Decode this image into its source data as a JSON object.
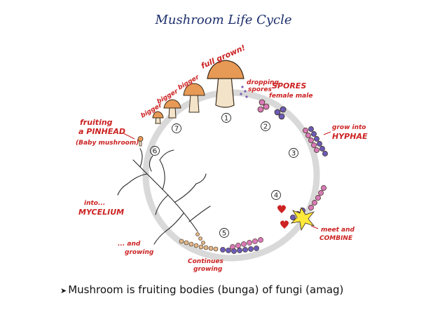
{
  "title": "Mushroom Life Cycle",
  "labels": {
    "full_grown": "full grown!",
    "dropping_spores_1": "dropping",
    "dropping_spores_2": "spores",
    "spores": "SPORES",
    "female_male": "female  male",
    "grow_into": "grow into",
    "hyphae": "HYPHAE",
    "meet_and": "meet and",
    "combine": "COMBINE",
    "continues_1": "Continues",
    "continues_2": "growing",
    "and_growing_1": "... and",
    "and_growing_2": "growing",
    "into": "into...",
    "mycelium": "MYCELIUM",
    "fruiting_1": "fruiting",
    "fruiting_2": "a PINHEAD",
    "baby_mushroom": "(Baby mushroom)",
    "bigger_1": "bigger",
    "bigger_2": "bigger",
    "bigger_3": "bigger"
  },
  "steps": [
    "1",
    "2",
    "3",
    "4",
    "5",
    "6",
    "7"
  ],
  "bullet": "Mushroom is  fruiting bodies (bunga) of fungi (amag)",
  "colors": {
    "title": "#1d2f6b",
    "annotation": "#cc2222",
    "cap": "#e79a55",
    "hyphae_purple": "#6b5bb5",
    "hyphae_pink": "#d77ab8"
  }
}
